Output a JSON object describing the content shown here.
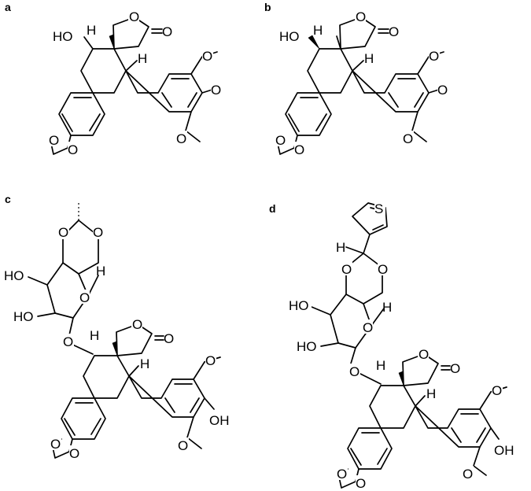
{
  "panels": [
    {
      "label": "a",
      "atoms": {
        "hydroxyl": "HO",
        "h1": "H",
        "h2": "H",
        "carbonyl_o": "O",
        "ring_o": "O",
        "ome_top": "O",
        "ome_mid": "O",
        "ome_bot": "O",
        "dioxole_o1": "O",
        "dioxole_o2": "O"
      }
    },
    {
      "label": "b",
      "atoms": {
        "hydroxyl": "HO",
        "h1": "H",
        "h2": "H",
        "carbonyl_o": "O",
        "ring_o": "O",
        "ome_top": "O",
        "ome_mid": "O",
        "ome_bot": "O",
        "dioxole_o1": "O",
        "dioxole_o2": "O"
      }
    },
    {
      "label": "c",
      "atoms": {
        "sugar_ho1": "HO",
        "sugar_ho2": "HO",
        "sugar_h": "H",
        "glyco_o": "O",
        "acetal_o1": "O",
        "acetal_o2": "O",
        "pyran_o": "O",
        "h1": "H",
        "h2": "H",
        "carbonyl_o": "O",
        "ring_o": "O",
        "ome_top": "O",
        "phenol": "OH",
        "ome_bot": "O",
        "dioxole_o1": "O",
        "dioxole_o2": "O"
      }
    },
    {
      "label": "d",
      "atoms": {
        "thiophene_s": "S",
        "acetal_h": "H",
        "sugar_ho1": "HO",
        "sugar_ho2": "HO",
        "sugar_h": "H",
        "glyco_o": "O",
        "acetal_o1": "O",
        "acetal_o2": "O",
        "pyran_o": "O",
        "h1": "H",
        "h2": "H",
        "carbonyl_o": "O",
        "ring_o": "O",
        "ome_top": "O",
        "phenol": "OH",
        "ome_bot": "O",
        "dioxole_o1": "O",
        "dioxole_o2": "O"
      }
    }
  ]
}
